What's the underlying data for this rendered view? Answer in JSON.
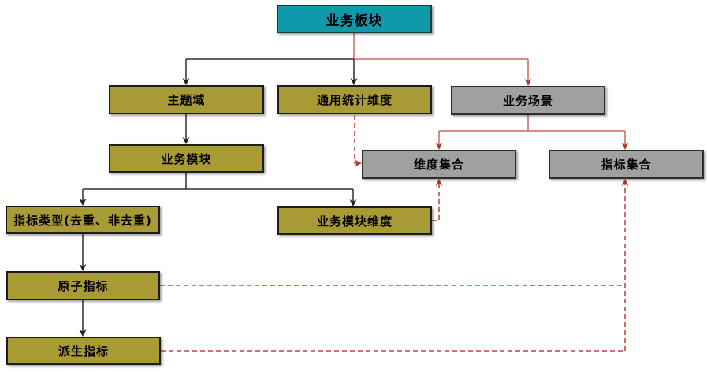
{
  "diagram": {
    "colors": {
      "node_teal": "#0f9aab",
      "node_olive": "#a89a35",
      "node_gray": "#a0a0a0",
      "node_border": "#1c1c1c",
      "line_black": "#2e2e2e",
      "line_red_solid": "#d0655e",
      "line_red_dashed": "#c2443d",
      "arrowhead_black": "#1f1f1f",
      "arrowhead_red": "#a93b36"
    },
    "nodes": {
      "business_sector": {
        "label": "业务板块"
      },
      "subject_domain": {
        "label": "主题域"
      },
      "common_stat_dimension": {
        "label": "通用统计维度"
      },
      "business_scenario": {
        "label": "业务场景"
      },
      "business_module": {
        "label": "业务模块"
      },
      "dimension_set": {
        "label": "维度集合"
      },
      "indicator_set": {
        "label": "指标集合"
      },
      "indicator_type": {
        "label": "指标类型(去重、非去重)"
      },
      "business_module_dimension": {
        "label": "业务模块维度"
      },
      "atomic_indicator": {
        "label": "原子指标"
      },
      "derived_indicator": {
        "label": "派生指标"
      }
    },
    "edges": [
      {
        "from": "business_sector",
        "to": "subject_domain",
        "style": "solid-black"
      },
      {
        "from": "business_sector",
        "to": "common_stat_dimension",
        "style": "solid-black"
      },
      {
        "from": "business_sector",
        "to": "business_scenario",
        "style": "solid-red"
      },
      {
        "from": "subject_domain",
        "to": "business_module",
        "style": "solid-black"
      },
      {
        "from": "business_module",
        "to": "indicator_type",
        "style": "solid-black"
      },
      {
        "from": "business_module",
        "to": "business_module_dimension",
        "style": "solid-black"
      },
      {
        "from": "indicator_type",
        "to": "atomic_indicator",
        "style": "solid-black"
      },
      {
        "from": "atomic_indicator",
        "to": "derived_indicator",
        "style": "solid-black"
      },
      {
        "from": "business_scenario",
        "to": "dimension_set",
        "style": "solid-red"
      },
      {
        "from": "business_scenario",
        "to": "indicator_set",
        "style": "solid-red"
      },
      {
        "from": "common_stat_dimension",
        "to": "dimension_set",
        "style": "dashed-red"
      },
      {
        "from": "business_module_dimension",
        "to": "dimension_set",
        "style": "dashed-red"
      },
      {
        "from": "atomic_indicator",
        "to": "indicator_set",
        "style": "dashed-red"
      },
      {
        "from": "derived_indicator",
        "to": "indicator_set",
        "style": "dashed-red"
      }
    ]
  }
}
